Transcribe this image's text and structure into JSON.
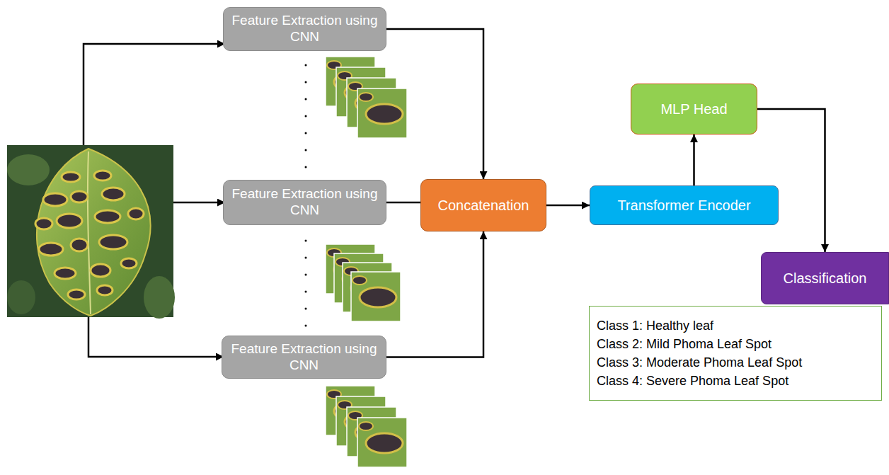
{
  "diagram": {
    "nodes": [
      {
        "text": [
          "Feature Extraction using CNN"
        ]
      },
      {
        "text": [
          "Feature Extraction using CNN"
        ]
      },
      {
        "text": [
          "Feature Extraction using CNN"
        ]
      },
      {
        "text": [
          "Concatenation"
        ]
      },
      {
        "text": [
          "MLP Head"
        ]
      },
      {
        "text": [
          "Transformer Encoder"
        ]
      },
      {
        "text": [
          "Classification"
        ]
      },
      {
        "text": [
          "Class 1: Healthy leaf",
          "Class 2: Mild Phoma Leaf Spot",
          "Class 3: Moderate Phoma Leaf Spot",
          "Class 4: Severe Phoma Leaf Spot"
        ]
      }
    ],
    "edges": [
      {
        "from": 0,
        "to": 3,
        "arrow": "to"
      },
      {
        "from": 1,
        "to": 3,
        "arrow": "none"
      },
      {
        "from": 2,
        "to": 3,
        "arrow": "to"
      },
      {
        "from": 3,
        "to": 5,
        "arrow": "to"
      },
      {
        "from": 5,
        "to": 4,
        "arrow": "to"
      },
      {
        "from": 4,
        "to": 6,
        "arrow": "to"
      }
    ]
  }
}
